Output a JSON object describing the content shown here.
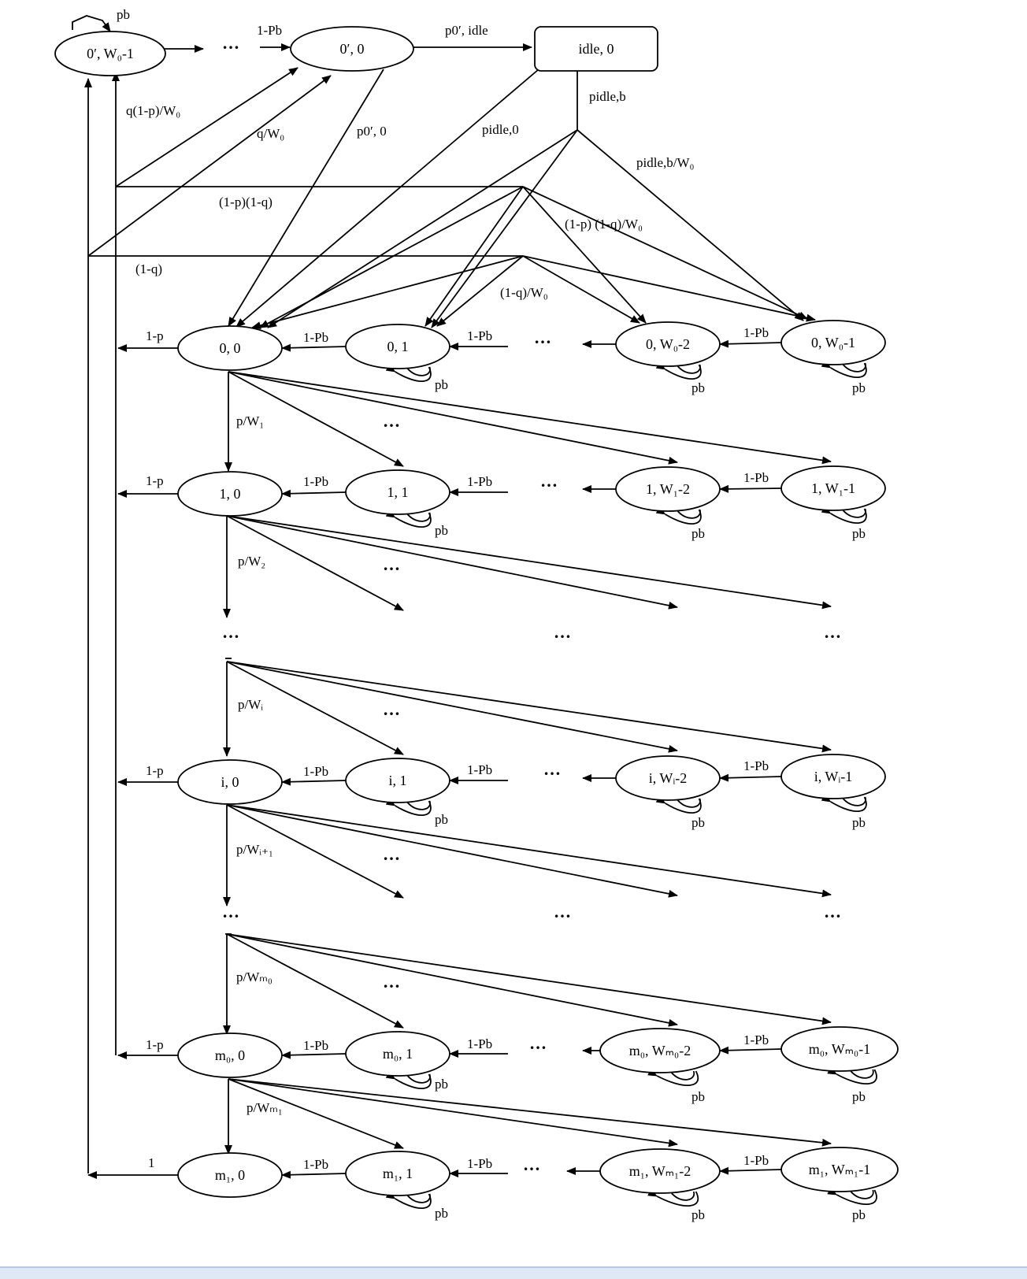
{
  "diagram": {
    "nodes": [
      {
        "id": "s0p_w",
        "text": "0′, W₀-1"
      },
      {
        "id": "s0p_0",
        "text": "0′, 0"
      },
      {
        "id": "idle",
        "text": "idle, 0",
        "shape": "rect"
      },
      {
        "id": "s0_0",
        "text": "0, 0"
      },
      {
        "id": "s0_1",
        "text": "0, 1"
      },
      {
        "id": "s0_w2",
        "text": "0, W₀-2"
      },
      {
        "id": "s0_w1",
        "text": "0, W₀-1"
      },
      {
        "id": "s1_0",
        "text": "1, 0"
      },
      {
        "id": "s1_1",
        "text": "1, 1"
      },
      {
        "id": "s1_w2",
        "text": "1, W₁-2"
      },
      {
        "id": "s1_w1",
        "text": "1, W₁-1"
      },
      {
        "id": "si_0",
        "text": "i, 0"
      },
      {
        "id": "si_1",
        "text": "i, 1"
      },
      {
        "id": "si_w2",
        "text": "i, Wᵢ-2"
      },
      {
        "id": "si_w1",
        "text": "i, Wᵢ-1"
      },
      {
        "id": "sm0_0",
        "text": "m₀, 0"
      },
      {
        "id": "sm0_1",
        "text": "m₀, 1"
      },
      {
        "id": "sm0_w2",
        "text": "m₀, Wₘ₀-2"
      },
      {
        "id": "sm0_w1",
        "text": "m₀, Wₘ₀-1"
      },
      {
        "id": "sm1_0",
        "text": "m₁, 0"
      },
      {
        "id": "sm1_1",
        "text": "m₁, 1"
      },
      {
        "id": "sm1_w2",
        "text": "m₁, Wₘ₁-2"
      },
      {
        "id": "sm1_w1",
        "text": "m₁, Wₘ₁-1"
      }
    ],
    "labels": {
      "pb": "pb",
      "one_minus_pb": "1-Pb",
      "one_minus_p": "1-p",
      "one": "1",
      "ellipsis": "…",
      "p0_idle": "p0′, idle",
      "q1p_w0": "q(1-p)/W₀",
      "q_w0": "q/W₀",
      "p0_0": "p0′, 0",
      "pidle_0": "pidle,0",
      "pidle_b": "pidle,b",
      "pidle_b_w0": "pidle,b/W₀",
      "one_p_one_q": "(1-p)(1-q)",
      "one_p_one_q_w0": "(1-p) (1-q)/W₀",
      "one_q": "(1-q)",
      "one_q_w0": "(1-q)/W₀",
      "p_w1": "p/W₁",
      "p_w2": "p/W₂",
      "p_wi": "p/Wᵢ",
      "p_wi1": "p/Wᵢ₊₁",
      "p_wm0": "p/Wₘ₀",
      "p_wm1": "p/Wₘ₁"
    }
  }
}
